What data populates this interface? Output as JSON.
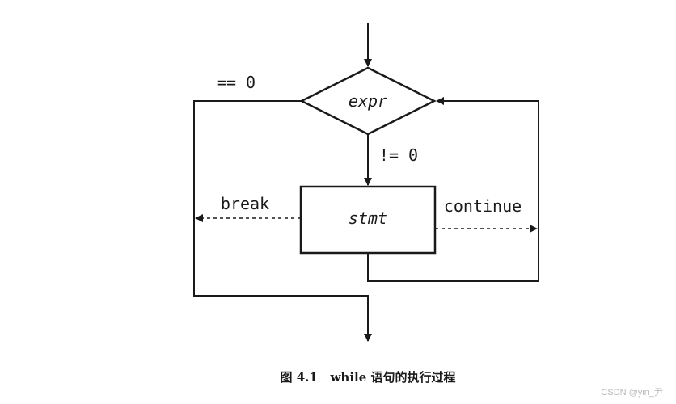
{
  "diagram": {
    "decision_label": "expr",
    "statement_label": "stmt",
    "zero_branch_label": "== 0",
    "nonzero_branch_label": "!= 0",
    "break_label": "break",
    "continue_label": "continue"
  },
  "caption": "图 4.1   while 语句的执行过程",
  "watermark": "CSDN @yin_尹"
}
